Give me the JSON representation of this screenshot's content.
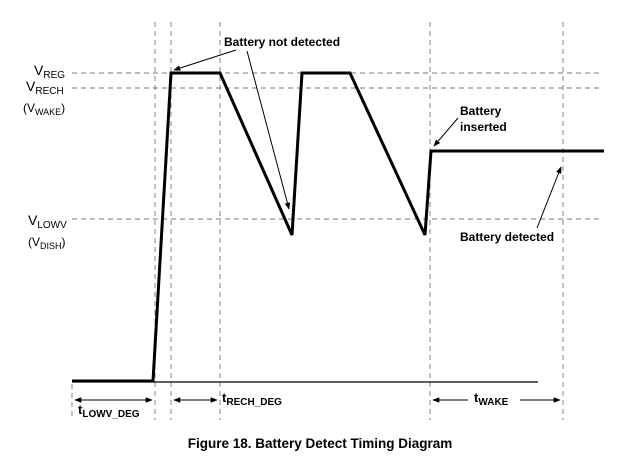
{
  "figure": {
    "caption": "Figure 18.  Battery Detect Timing Diagram"
  },
  "levels": {
    "vreg": {
      "main": "V",
      "sub": "REG"
    },
    "vrech": {
      "main": "V",
      "sub": "RECH"
    },
    "vwake": {
      "open": "(V",
      "sub": "WAKE",
      "close": ")"
    },
    "vlowv": {
      "main": "V",
      "sub": "LOWV"
    },
    "vdish": {
      "open": "(V",
      "sub": "DISH",
      "close": ")"
    }
  },
  "annotations": {
    "battery_not_detected": "Battery not detected",
    "battery_inserted_line1": "Battery",
    "battery_inserted_line2": "inserted",
    "battery_detected": "Battery detected"
  },
  "intervals": {
    "t_lowv_deg": {
      "main": "t",
      "sub": "LOWV_DEG"
    },
    "t_rech_deg": {
      "main": "t",
      "sub": "RECH_DEG"
    },
    "t_wake": {
      "main": "t",
      "sub": "WAKE"
    }
  },
  "colors": {
    "signal": "#000000",
    "guides": "#777777"
  }
}
